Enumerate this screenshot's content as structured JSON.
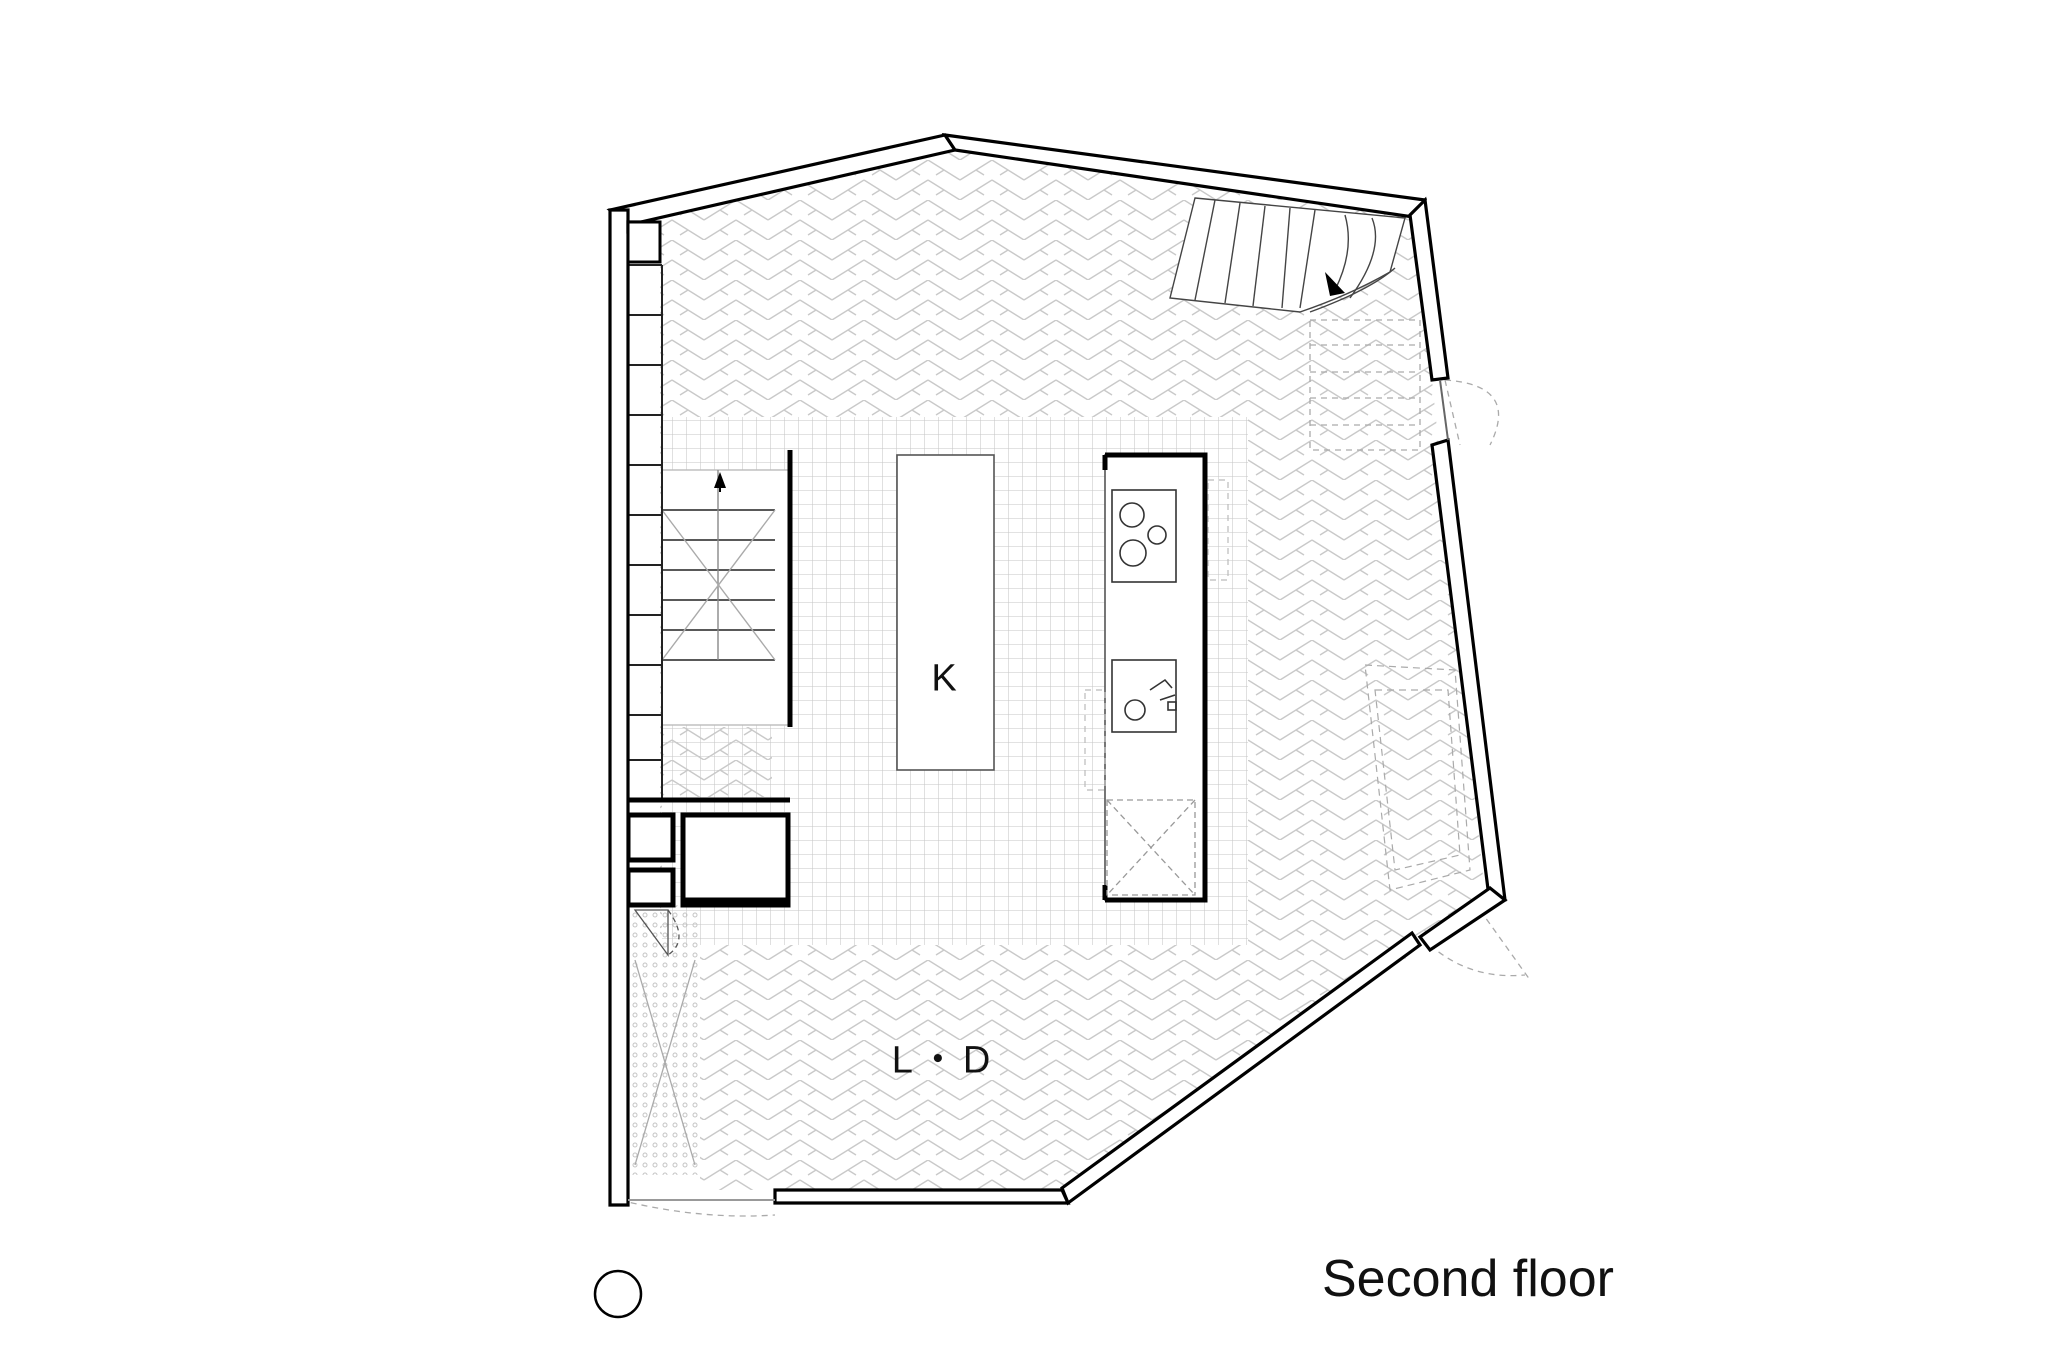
{
  "plan": {
    "floor_title": "Second floor",
    "rooms": {
      "kitchen": "K",
      "living_dining": "L・D"
    }
  }
}
